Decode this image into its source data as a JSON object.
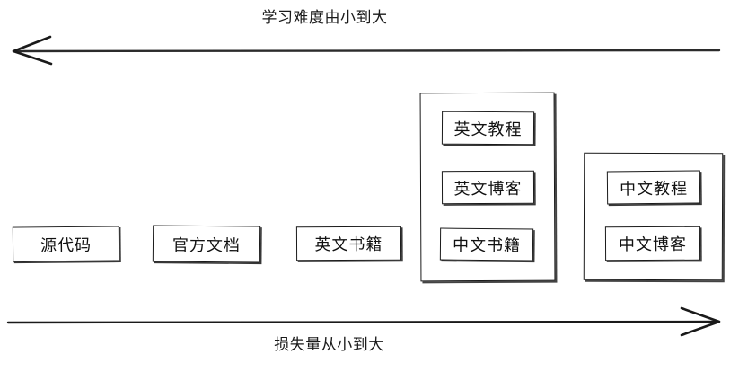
{
  "diagram": {
    "type": "spectrum-axis-diagram",
    "top_axis": {
      "label": "学习难度由小到大",
      "direction": "left",
      "arrow_head": "left-end"
    },
    "bottom_axis": {
      "label": "损失量从小到大",
      "direction": "right",
      "arrow_head": "right-end"
    },
    "standalone_nodes": [
      {
        "label": "源代码"
      },
      {
        "label": "官方文档"
      },
      {
        "label": "英文书籍"
      }
    ],
    "groups": [
      {
        "name": "group-one",
        "items": [
          {
            "label": "英文教程"
          },
          {
            "label": "英文博客"
          },
          {
            "label": "中文书籍"
          }
        ]
      },
      {
        "name": "group-two",
        "items": [
          {
            "label": "中文教程"
          },
          {
            "label": "中文博客"
          }
        ]
      }
    ],
    "colors": {
      "stroke": "#1a1a1a",
      "background": "#ffffff",
      "text": "#111111"
    }
  }
}
